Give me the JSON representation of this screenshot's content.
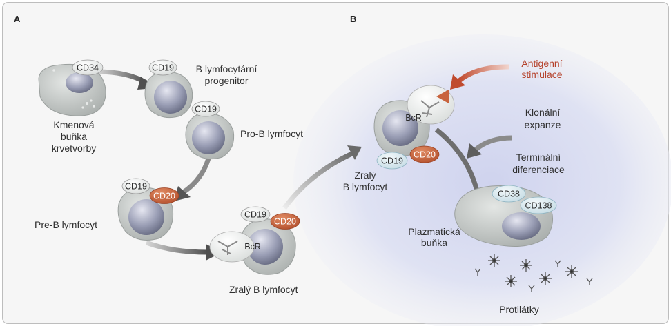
{
  "panels": {
    "a": "A",
    "b": "B"
  },
  "labels": {
    "stem_1": "Kmenová",
    "stem_2": "buňka",
    "stem_3": "krvetvorby",
    "prog_1": "B lymfocytární",
    "prog_2": "progenitor",
    "prob": "Pro-B lymfocyt",
    "preb": "Pre-B lymfocyt",
    "mature_a": "Zralý B lymfocyt",
    "mature_b_1": "Zralý",
    "mature_b_2": "B lymfocyt",
    "antigen_1": "Antigenní",
    "antigen_2": "stimulace",
    "clonal_1": "Klonální",
    "clonal_2": "expanze",
    "terminal_1": "Terminální",
    "terminal_2": "diferenciace",
    "plasma_1": "Plazmatická",
    "plasma_2": "buňka",
    "antibodies": "Protilátky"
  },
  "markers": {
    "cd34": "CD34",
    "cd19": "CD19",
    "cd20": "CD20",
    "cd38": "CD38",
    "cd138": "CD138",
    "bcr": "BcR"
  },
  "colors": {
    "cell": "#bfc3c1",
    "nucleus": "#8f93a8",
    "cd20": "#c8643e",
    "cd_light": "#dcecf2",
    "antigen_arrow": "#c04a2e",
    "panel_b_glow": "#d3d7ef"
  }
}
